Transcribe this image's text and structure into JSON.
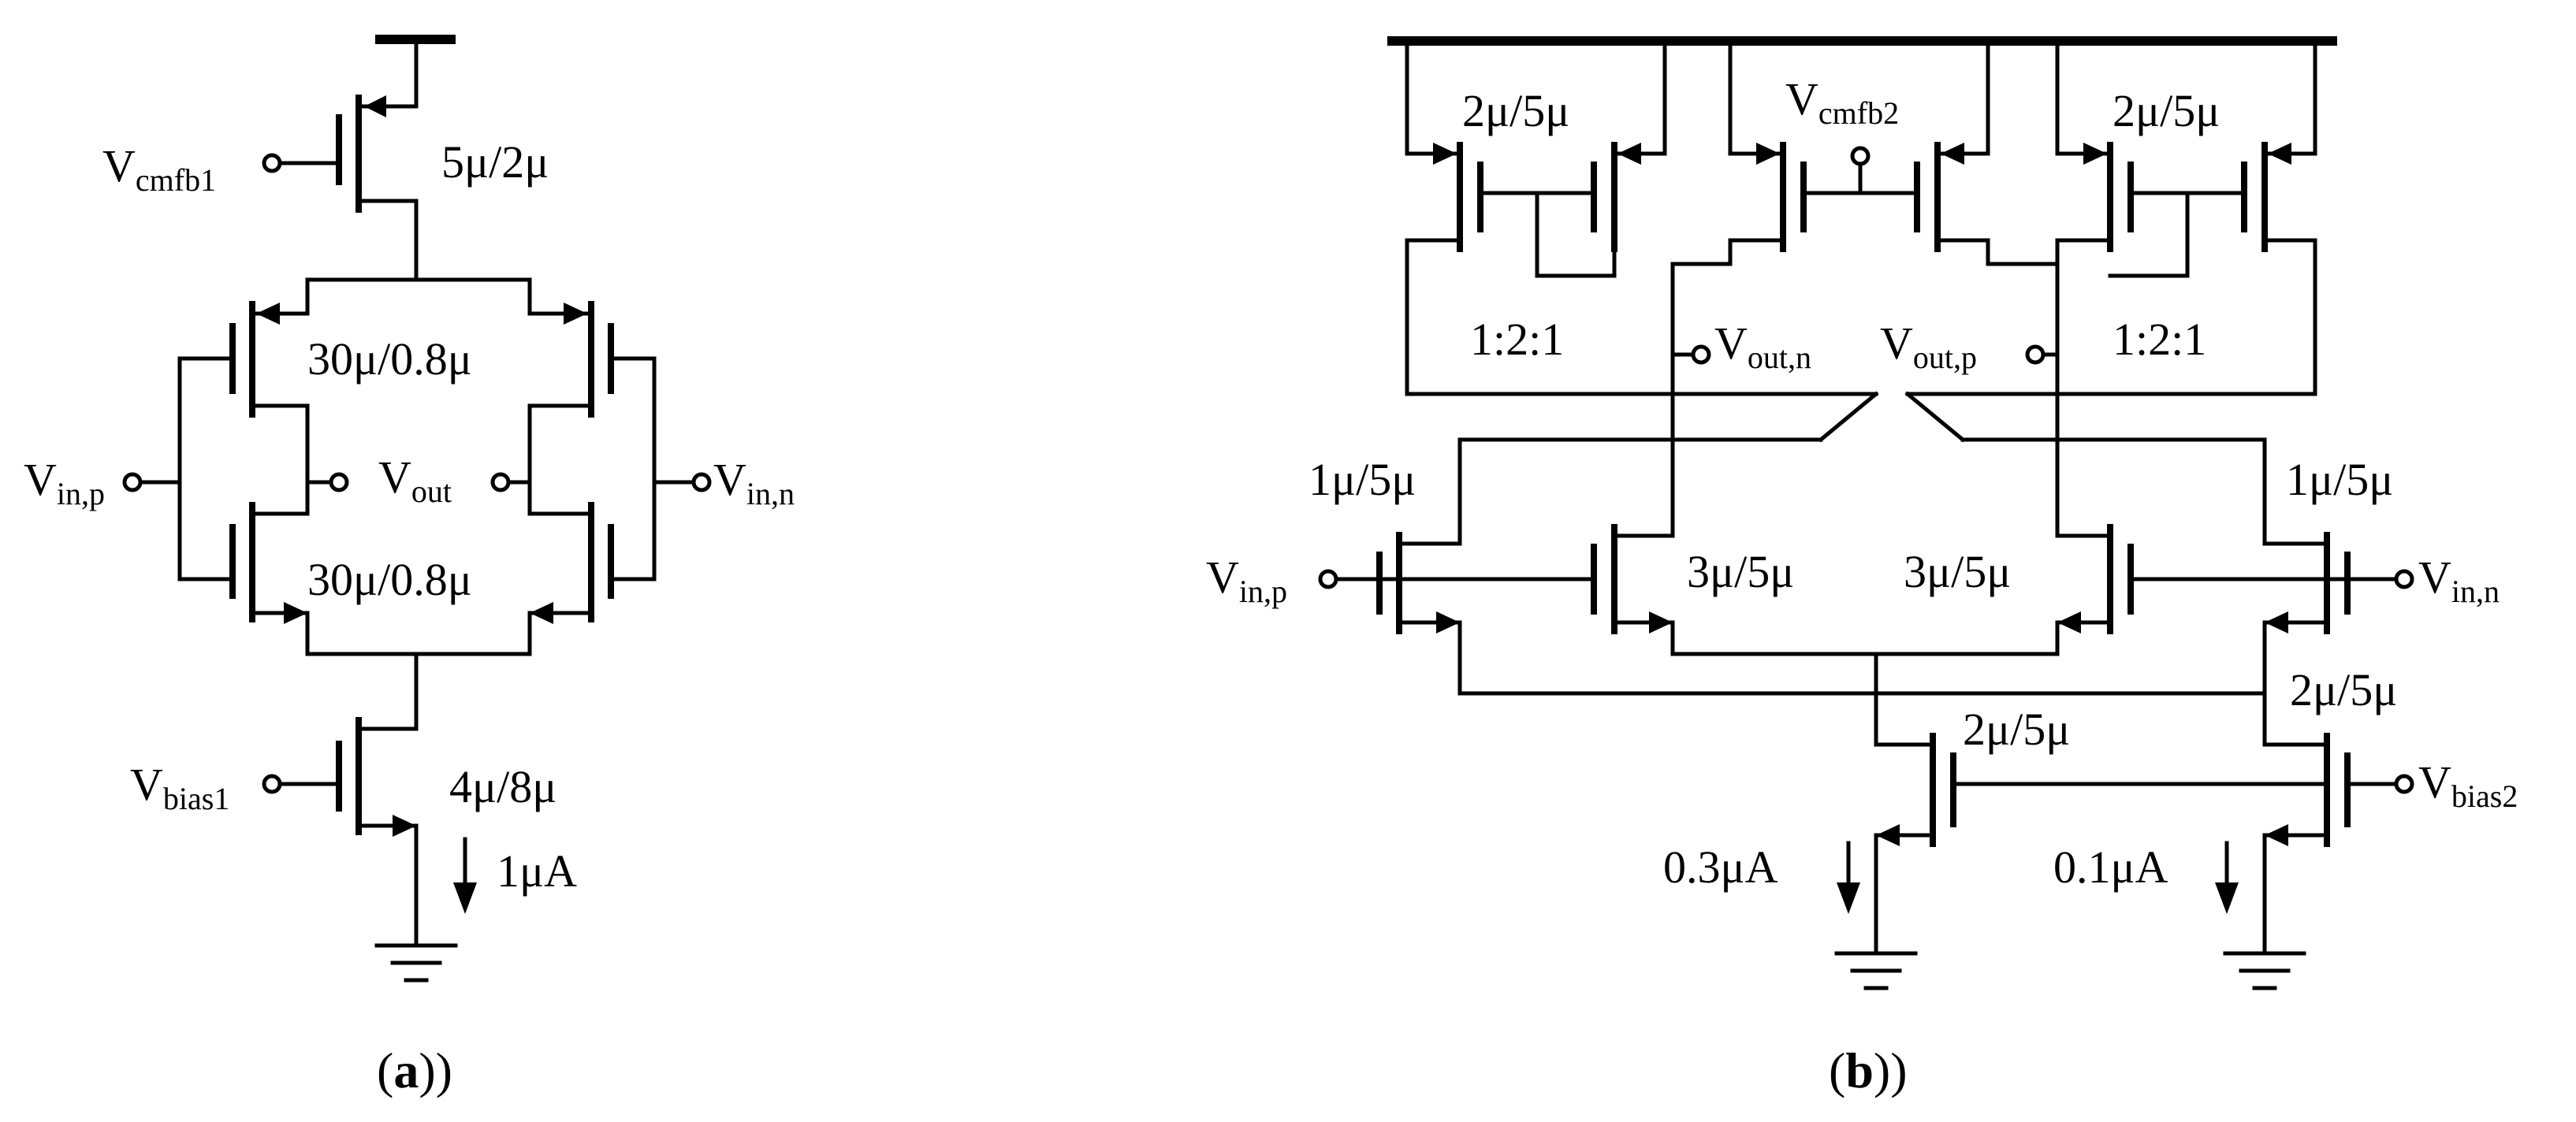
{
  "panel_a": {
    "caption_letter": "a",
    "vcmfb1": {
      "main": "V",
      "sub": "cmfb1"
    },
    "vbias1": {
      "main": "V",
      "sub": "bias1"
    },
    "vinp": {
      "main": "V",
      "sub": "in,p"
    },
    "vinn": {
      "main": "V",
      "sub": "in,n"
    },
    "vout": {
      "main": "V",
      "sub": "out"
    },
    "size_top": "5μ/2μ",
    "size_upper": "30μ/0.8μ",
    "size_lower": "30μ/0.8μ",
    "size_bottom": "4μ/8μ",
    "current": "1μA"
  },
  "panel_b": {
    "caption_letter": "b",
    "vcmfb2": {
      "main": "V",
      "sub": "cmfb2"
    },
    "voutn": {
      "main": "V",
      "sub": "out,n"
    },
    "voutp": {
      "main": "V",
      "sub": "out,p"
    },
    "vinp": {
      "main": "V",
      "sub": "in,p"
    },
    "vinn": {
      "main": "V",
      "sub": "in,n"
    },
    "vbias2": {
      "main": "V",
      "sub": "bias2"
    },
    "size_left_top": "2μ/5μ",
    "size_right_top": "2μ/5μ",
    "ratio_left": "1:2:1",
    "ratio_right": "1:2:1",
    "size_in_left": "1μ/5μ",
    "size_in_right": "1μ/5μ",
    "size_mid_left": "3μ/5μ",
    "size_mid_right": "3μ/5μ",
    "size_tail_left": "2μ/5μ",
    "size_tail_right": "2μ/5μ",
    "current_left": "0.3μA",
    "current_right": "0.1μA"
  }
}
